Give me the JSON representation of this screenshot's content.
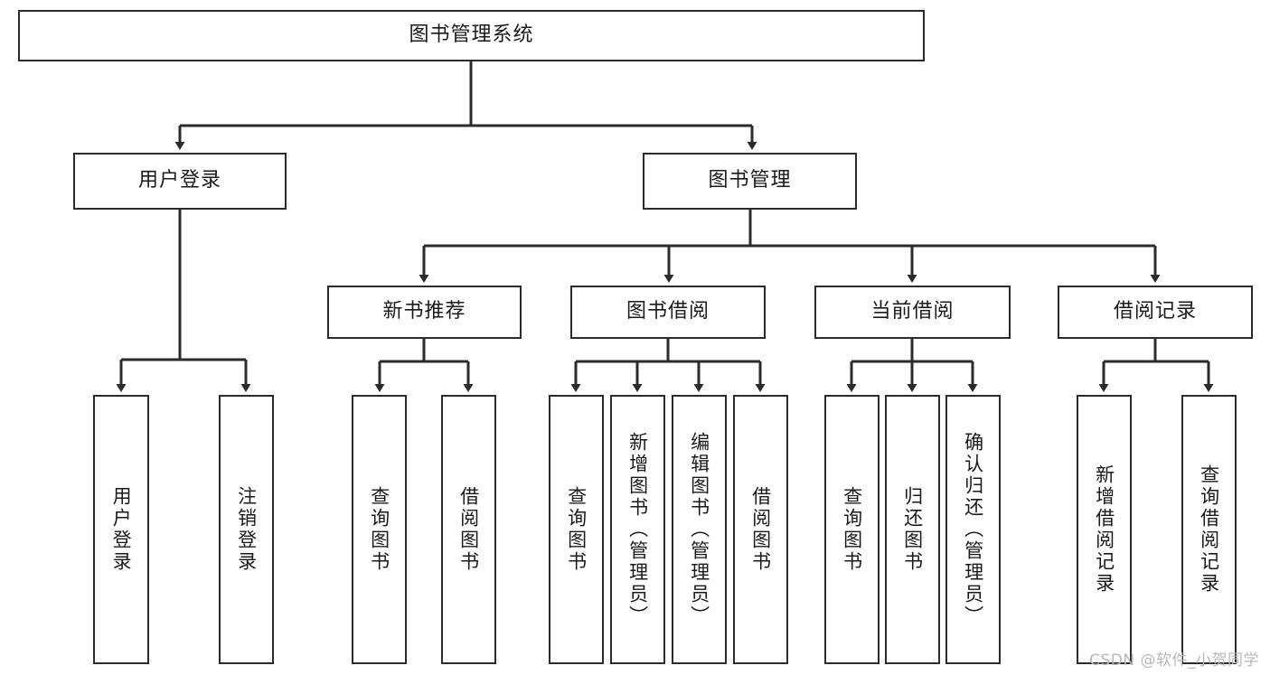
{
  "diagram": {
    "title": "图书管理系统",
    "type": "tree-hierarchy",
    "orientation": "top-down",
    "colors": {
      "box_border": "#2b2b2b",
      "box_fill": "#ffffff",
      "connector": "#2b2b2b",
      "text": "#1a1a1a",
      "watermark": "#b8b8b8"
    },
    "watermark": "CSDN @软件_小贺同学"
  },
  "nodes": {
    "root": {
      "label": "图书管理系统",
      "level": 0,
      "orientation": "horizontal"
    },
    "level1": [
      {
        "id": "user-login",
        "label": "用户登录",
        "level": 1,
        "orientation": "horizontal"
      },
      {
        "id": "book-management",
        "label": "图书管理",
        "level": 1,
        "orientation": "horizontal"
      }
    ],
    "level2": [
      {
        "id": "new-book-recommend",
        "label": "新书推荐",
        "level": 2,
        "orientation": "horizontal",
        "parent": "book-management"
      },
      {
        "id": "book-borrow",
        "label": "图书借阅",
        "level": 2,
        "orientation": "horizontal",
        "parent": "book-management"
      },
      {
        "id": "current-borrow",
        "label": "当前借阅",
        "level": 2,
        "orientation": "horizontal",
        "parent": "book-management"
      },
      {
        "id": "borrow-records",
        "label": "借阅记录",
        "level": 2,
        "orientation": "horizontal",
        "parent": "book-management"
      }
    ],
    "leaves": [
      {
        "id": "leaf-user-login",
        "label": "用户登录",
        "parent": "user-login",
        "orientation": "vertical"
      },
      {
        "id": "leaf-logout",
        "label": "注销登录",
        "parent": "user-login",
        "orientation": "vertical"
      },
      {
        "id": "leaf-query-book-1",
        "label": "查询图书",
        "parent": "new-book-recommend",
        "orientation": "vertical"
      },
      {
        "id": "leaf-borrow-book-1",
        "label": "借阅图书",
        "parent": "new-book-recommend",
        "orientation": "vertical"
      },
      {
        "id": "leaf-query-book-2",
        "label": "查询图书",
        "parent": "book-borrow",
        "orientation": "vertical"
      },
      {
        "id": "leaf-add-book",
        "label": "新增图书（管理员）",
        "parent": "book-borrow",
        "orientation": "vertical"
      },
      {
        "id": "leaf-edit-book",
        "label": "编辑图书（管理员）",
        "parent": "book-borrow",
        "orientation": "vertical"
      },
      {
        "id": "leaf-borrow-book-2",
        "label": "借阅图书",
        "parent": "book-borrow",
        "orientation": "vertical"
      },
      {
        "id": "leaf-query-book-3",
        "label": "查询图书",
        "parent": "current-borrow",
        "orientation": "vertical"
      },
      {
        "id": "leaf-return-book",
        "label": "归还图书",
        "parent": "current-borrow",
        "orientation": "vertical"
      },
      {
        "id": "leaf-confirm-return",
        "label": "确认归还（管理员）",
        "parent": "current-borrow",
        "orientation": "vertical"
      },
      {
        "id": "leaf-add-record",
        "label": "新增借阅记录",
        "parent": "borrow-records",
        "orientation": "vertical"
      },
      {
        "id": "leaf-query-record",
        "label": "查询借阅记录",
        "parent": "borrow-records",
        "orientation": "vertical"
      }
    ]
  }
}
